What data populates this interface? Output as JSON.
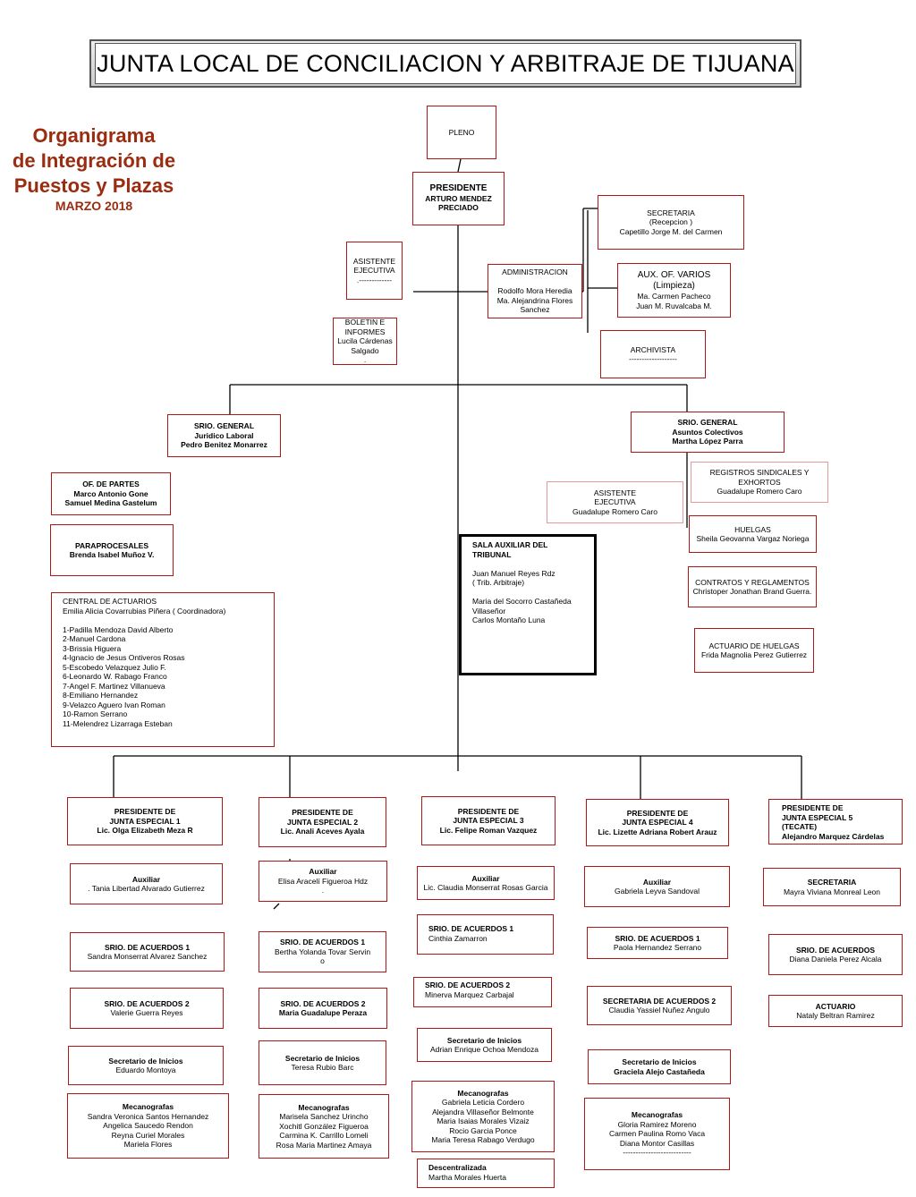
{
  "title": "JUNTA LOCAL DE CONCILIACION Y ARBITRAJE DE TIJUANA",
  "subtitle": {
    "line1": "Organigrama",
    "line2": "de Integración de",
    "line3": "Puestos y Plazas",
    "date": "MARZO 2018"
  },
  "colors": {
    "accent": "#9b2c10",
    "box_border": "#b01818"
  },
  "nodes": {
    "pleno": {
      "title": "",
      "names": "PLENO"
    },
    "presidente": {
      "title": "PRESIDENTE",
      "names": "ARTURO MENDEZ\nPRECIADO"
    },
    "secretaria": {
      "title": "",
      "names": "SECRETARIA\n(Recepcion )\nCapetillo Jorge  M. del Carmen"
    },
    "asistente_ejecutiva": {
      "title": "",
      "names": "ASISTENTE\nEJECUTIVA\n.-------------"
    },
    "administracion": {
      "title": "",
      "names": "ADMINISTRACION\n\nRodolfo Mora Heredia\nMa. Alejandrina Flores\nSanchez"
    },
    "aux_varios": {
      "title": "AUX. OF. VARIOS\n(Limpieza)",
      "names": "Ma. Carmen Pacheco\nJuan M. Ruvalcaba M."
    },
    "boletin": {
      "title": "",
      "names": "BOLETIN E\nINFORMES\nLucila Cárdenas\nSalgado\n."
    },
    "archivista": {
      "title": "",
      "names": "ARCHIVISTA\n-------------------"
    },
    "srio_juridico": {
      "title": "SRIO. GENERAL\nJuridico Laboral\nPedro Benitez Monarrez",
      "names": ""
    },
    "srio_colectivos": {
      "title": "SRIO. GENERAL\nAsuntos Colectivos\nMartha López Parra",
      "names": ""
    },
    "registros": {
      "title": "",
      "names": "REGISTROS SINDICALES Y\nEXHORTOS\nGuadalupe Romero Caro"
    },
    "of_partes": {
      "title": "",
      "names": "OF. DE PARTES\nMarco Antonio Gone\nSamuel Medina Gastelum"
    },
    "asistente_ejecutiva_2": {
      "title": "",
      "names": "ASISTENTE\nEJECUTIVA\nGuadalupe Romero Caro"
    },
    "huelgas": {
      "title": "",
      "names": "HUELGAS\nSheila Geovanna Vargaz Noriega"
    },
    "paraprocesales": {
      "title": "",
      "names": "PARAPROCESALES\nBrenda Isabel Muñoz V."
    },
    "sala_auxiliar": {
      "title": "SALA AUXILIAR DEL\nTRIBUNAL",
      "names": "\nJuan Manuel Reyes Rdz\n   ( Trib. Arbitraje)\n\nMaria del Socorro Castañeda\nVillaseñor\nCarlos Montaño Luna"
    },
    "contratos": {
      "title": "",
      "names": "CONTRATOS Y REGLAMENTOS\nChristoper Jonathan Brand Guerra."
    },
    "central_actuarios": {
      "title": "",
      "names": "CENTRAL DE ACTUARIOS\nEmilia Alicia Covarrubias Piñera ( Coordinadora)\n\n1-Padilla Mendoza David Alberto\n2-Manuel Cardona\n3-Brissia Higuera\n4-Ignacio de Jesus Ontiveros Rosas\n5-Escobedo Velazquez Julio F.\n6-Leonardo W. Rabago Franco\n7-Angel F. Martinez Villanueva\n8-Emiliano Hernandez\n9-Velazco Aguero Ivan Roman\n10-Ramon Serrano\n 11-Melendrez Lizarraga Esteban"
    },
    "actuario_huelgas": {
      "title": "",
      "names": "ACTUARIO DE HUELGAS\nFrida Magnolia Perez Gutierrez"
    }
  },
  "juntas": [
    {
      "head": "PRESIDENTE DE\nJUNTA ESPECIAL 1\nLic. Olga Elizabeth Meza R",
      "cells": [
        {
          "title": "Auxiliar",
          "names": ". Tania Libertad Alvarado Gutierrez"
        },
        {
          "title": "SRIO. DE ACUERDOS 1",
          "names": "Sandra Monserrat Alvarez Sanchez"
        },
        {
          "title": "SRIO. DE ACUERDOS 2",
          "names": "Valerie Guerra Reyes"
        },
        {
          "title": "Secretario  de Inicios",
          "names": "Eduardo Montoya"
        },
        {
          "title": "Mecanografas",
          "names": "Sandra Veronica  Santos Hernandez\nAngelica Saucedo Rendon\nReyna Curiel Morales\nMariela  Flores"
        }
      ]
    },
    {
      "head": "PRESIDENTE DE\nJUNTA ESPECIAL 2\nLic. Anali Aceves Ayala",
      "cells": [
        {
          "title": "Auxiliar",
          "names": "Elisa Aracelí Figueroa Hdz\n."
        },
        {
          "title": "SRIO. DE ACUERDOS 1",
          "names": "Bertha Yolanda Tovar Servin\no"
        },
        {
          "title": "SRIO. DE ACUERDOS 2\nMaria Guadalupe Peraza",
          "names": ""
        },
        {
          "title": "Secretario de Inicios",
          "names": "Teresa Rubio Barc"
        },
        {
          "title": "Mecanografas",
          "names": "Marisela Sanchez Urincho\nXochitl González Figueroa\nCarmina K. Carrillo Lomeli\nRosa Maria  Martinez Amaya"
        }
      ]
    },
    {
      "head": "PRESIDENTE DE\nJUNTA ESPECIAL 3\nLic. Felipe Roman Vazquez",
      "cells": [
        {
          "title": "Auxiliar",
          "names": "Lic. Claudia Monserrat Rosas Garcia"
        },
        {
          "title": "SRIO. DE ACUERDOS 1",
          "names": "Cinthia Zamarron"
        },
        {
          "title": "SRIO. DE ACUERDOS 2",
          "names": "Minerva Marquez Carbajal"
        },
        {
          "title": "Secretario de Inicios",
          "names": "Adrian  Enrique  Ochoa Mendoza"
        },
        {
          "title": "Mecanografas",
          "names": "Gabriela Leticia Cordero\nAlejandra Villaseñor Belmonte\nMaria Isaias Morales Vizaiz\nRocio Garcia Ponce\nMaria Teresa Rabago Verdugo"
        },
        {
          "title": "Descentralizada",
          "names": "Martha Morales Huerta"
        }
      ]
    },
    {
      "head": "PRESIDENTE DE\nJUNTA ESPECIAL 4\nLic. Lizette Adriana Robert Arauz",
      "cells": [
        {
          "title": "Auxiliar",
          "names": "Gabriela Leyva Sandoval"
        },
        {
          "title": "SRIO. DE ACUERDOS 1",
          "names": "Paola Hernandez Serrano"
        },
        {
          "title": "SECRETARIA DE ACUERDOS 2",
          "names": "Claudia Yassiel Nuñez Angulo"
        },
        {
          "title": "Secretario de Inicios\nGraciela Alejo Castañeda",
          "names": ""
        },
        {
          "title": "Mecanografas",
          "names": "Gloria Ramirez Moreno\nCarmen Paulina Romo Vaca\nDiana Montor Casillas\n---------------------------"
        }
      ]
    },
    {
      "head": "PRESIDENTE DE\nJUNTA ESPECIAL 5\n(TECATE)\nAlejandro Marquez Cárdelas",
      "cells": [
        {
          "title": "SECRETARIA",
          "names": "Mayra Viviana Monreal Leon"
        },
        {
          "title": "SRIO. DE ACUERDOS",
          "names": "Diana Daniela Perez Alcala"
        },
        {
          "title": "ACTUARIO",
          "names": "Nataly Beltran Ramirez"
        }
      ]
    }
  ]
}
